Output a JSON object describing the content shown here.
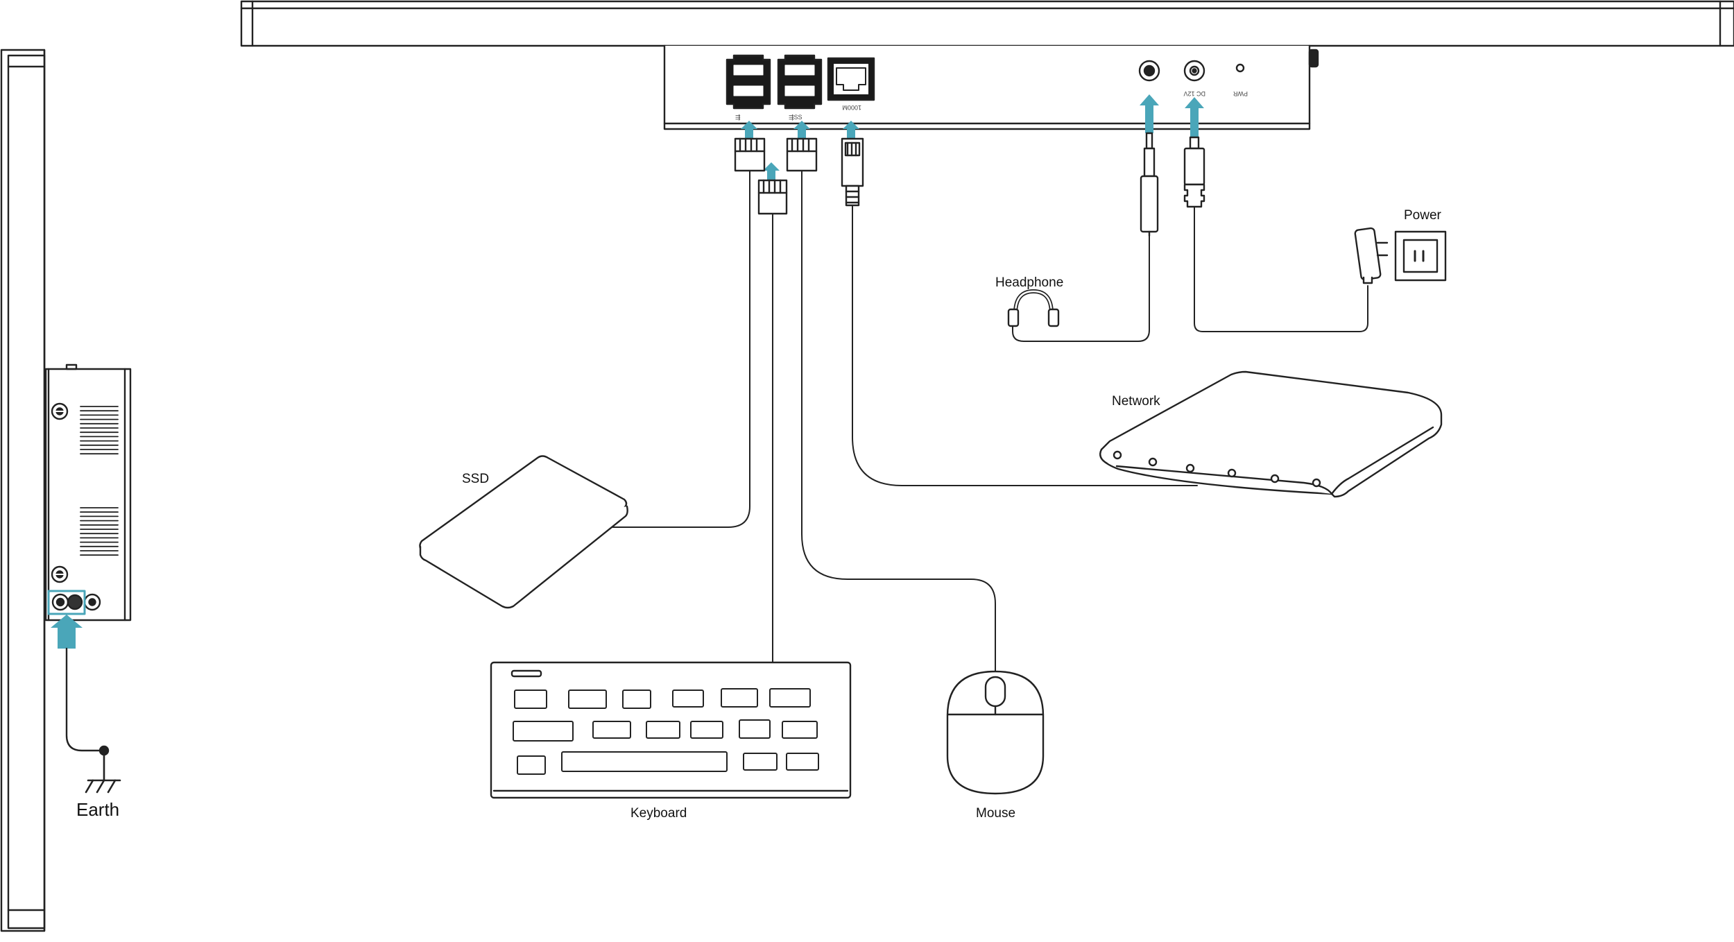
{
  "labels": {
    "ssd": "SSD",
    "keyboard": "Keyboard",
    "mouse": "Mouse",
    "network": "Network",
    "headphone": "Headphone",
    "power": "Power",
    "earth": "Earth"
  },
  "port_marks": {
    "lan": "1000M",
    "dc": "DC 12V",
    "pwr": "PWR"
  },
  "colors": {
    "arrow": "#4aa6b9",
    "line": "#222222"
  }
}
